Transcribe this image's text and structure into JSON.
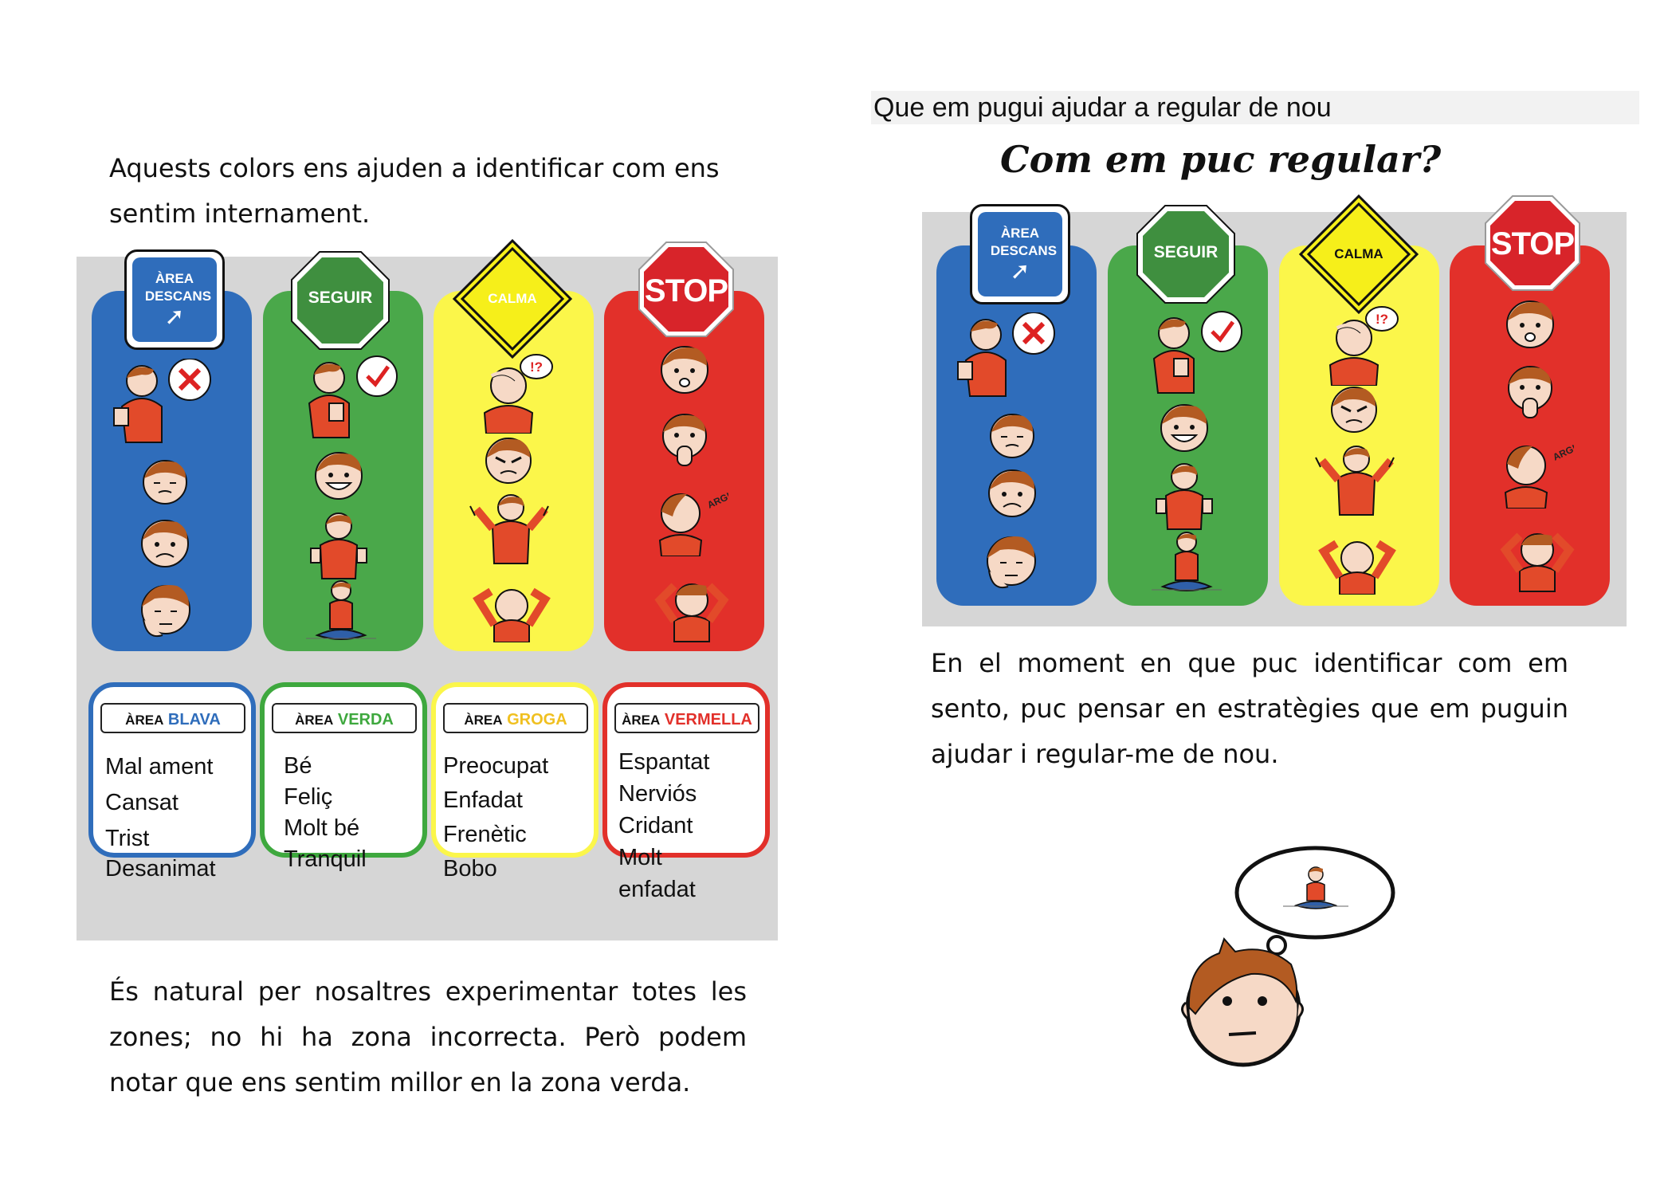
{
  "left": {
    "intro": "Aquests colors ens ajuden a identificar com ens sentim internament.",
    "outro": "És natural per nosaltres experimentar totes les zones; no hi ha zona incorrecta. Però podem notar que ens sentim millor en la zona verda.",
    "signs": {
      "blue": "ÀREA DESCANS",
      "green": "SEGUIR",
      "yellow": "CALMA",
      "red": "STOP"
    },
    "cards": [
      {
        "prefix": "ÀREA",
        "name": "BLAVA",
        "color": "#2f6dbb",
        "items": [
          "Mal ament",
          "Cansat",
          "Trist",
          "Desanimat"
        ]
      },
      {
        "prefix": "ÀREA",
        "name": "VERDA",
        "color": "#3ea83e",
        "items": [
          "Bé",
          "Feliç",
          "Molt bé",
          "Tranquil"
        ]
      },
      {
        "prefix": "ÀREA",
        "name": "GROGA",
        "color": "#f0c020",
        "items": [
          "Preocupat",
          "Enfadat",
          "Frenètic",
          "Bobo"
        ]
      },
      {
        "prefix": "ÀREA",
        "name": "VERMELLA",
        "color": "#e2302a",
        "items": [
          "Espantat",
          "Nerviós",
          "Cridant",
          "Molt",
          "enfadat"
        ]
      }
    ]
  },
  "right": {
    "heading": "Que em pugui ajudar a regular de nou",
    "title": "Com em puc regular?",
    "signs": {
      "blue": "ÀREA DESCANS",
      "green": "SEGUIR",
      "yellow": "CALMA",
      "red": "STOP"
    },
    "body": "En el moment en que puc identificar com em sento, puc pensar en estratègies que em puguin ajudar i regular-me de nou."
  },
  "colors": {
    "blue": "#2f6dbb",
    "green": "#4aa84a",
    "yellow": "#fbf64a",
    "red": "#e2302a"
  }
}
